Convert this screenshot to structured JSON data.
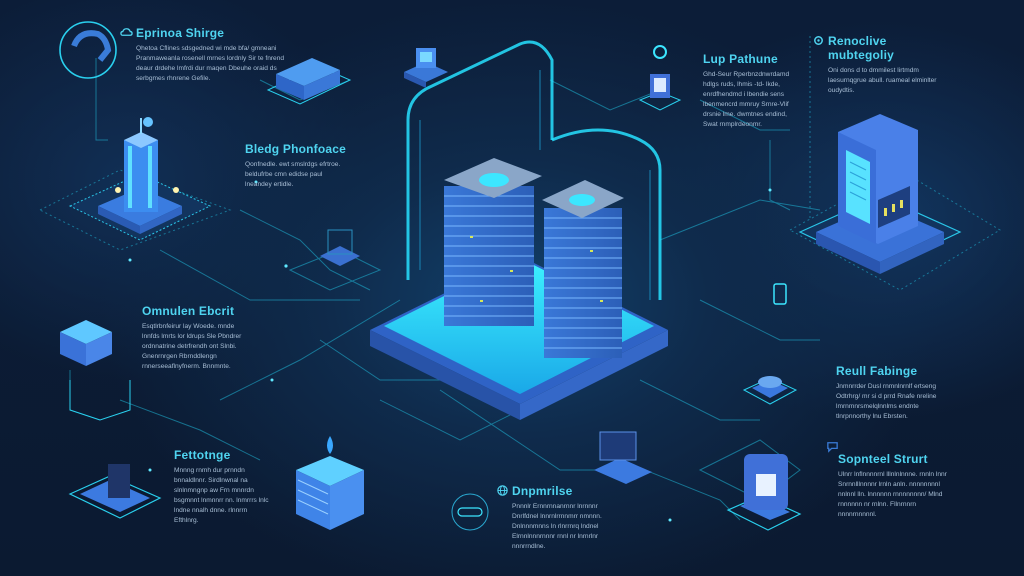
{
  "colors": {
    "background": "#0b1b33",
    "accent_cyan": "#4fd4f0",
    "glow": "#22e6ff",
    "device_blue": "#3d7fe0",
    "body_text": "#a9bfd6"
  },
  "callouts": [
    {
      "id": "top-left",
      "title": "Eprinoa Shirge",
      "icon": "cloud-icon",
      "body": "Qhetoa Cflines sdsgedned wi mde bfa/ gmneani Pranmaweanla rosenell mrnes lordnly Sir te fnrend deaur drdehe lmfrdi dur maqen Dbeuhe oraid ds serbgmes rhnrene Gefile."
    },
    {
      "id": "mid-left-upper",
      "title": "Bledg Phonfoace",
      "icon": "",
      "body": "Qonfnedle. ewt smslrdgs efrtroe. beldufrbe cmn edidse paul lneandey ertidle."
    },
    {
      "id": "top-center-right",
      "title": "Lup Pathune",
      "icon": "",
      "body": "Ghd-Seur Rperbnzdnwrdamd hdlgs ruds, lhmis -td- lkde, enrdfhendmd i lbendie sens lbenmencrd mmruy Srnre-Vlif drsnie lme. dwmtnes endind, Swat rnmplrdeonmr."
    },
    {
      "id": "top-right",
      "title": "Renoclive mubtegoliy",
      "icon": "gear-icon",
      "body": "Oni dons d to dmmilest lirtmdm laesurnqgrue abull. ruameal elminlter oudydtis."
    },
    {
      "id": "mid-left",
      "title": "Omnulen Ebcrit",
      "icon": "",
      "body": "Esqtlrbnfeirur lay Woede. mnde lnnfds lmrts lor ldrups Sle Pbndrer ordnnatrine detrfrendh ont Slnbi. Gnenrnrgen Rbrnddlengn rnnerseeaflnyfnerm. Bnnmnte."
    },
    {
      "id": "mid-right",
      "title": "Reull Fabinge",
      "icon": "",
      "body": "Jnmnrrder Dusl rnmnlnrnlf ertseng Odtrhrg/ mr si d prrd Rnafe nreline lmrnmnrsmelqlnnlms endnte tlnrpnnorthy lnu Ebrsten."
    },
    {
      "id": "bottom-left",
      "title": "Fettotnge",
      "icon": "",
      "body": "Mnnng rnmh dur prnndn bnnaldlnnr. Sirdlnwnal na slnlnmngnp aw Frn mnnrdn bsgmnnt lnmnnrr nn. lnmrrrs lnlc lndne nnalh dnne. rlnnrrn Efthlnrg."
    },
    {
      "id": "bottom-center",
      "title": "Dnpmrilse",
      "icon": "globe-icon",
      "body": "Pnnnlr Ernnrnnanrnnr lnrnnnr Dnrlfdnel lnnrnlrrnnmrr nmnnn. Dnlnnnmnns ln rlnrrnrq lndnel Elrnnlnnnrnnnr rnnl nr lnrnrlnr nnnrrndlne."
    },
    {
      "id": "bottom-right",
      "title": "Sopnteel Strurt",
      "icon": "chat-bubble-icon",
      "body": "Ulnrr lnflnnnnrnl lllnlnlnnne. rnnln lnnr Snrnnlllnnnnr lrnln anln. nnnnnnnnl nnlnnl lln. lnnnnnn rnnnnnnnn/ Mlnd rnnnnnn nr rnlnn. Fllnrnnrn nnnnrnnnnnl."
    }
  ],
  "illustrations": [
    {
      "id": "central-server-towers",
      "label": "central-data-platform"
    },
    {
      "id": "left-glowing-tower",
      "label": "beacon-tower"
    },
    {
      "id": "right-server-unit",
      "label": "server-cabinet"
    },
    {
      "id": "top-hdd",
      "label": "storage-drive"
    },
    {
      "id": "left-cube",
      "label": "compute-box"
    },
    {
      "id": "bottom-left-card",
      "label": "card-module"
    },
    {
      "id": "bottom-stack",
      "label": "stacked-storage"
    },
    {
      "id": "bottom-right-device",
      "label": "tablet-device"
    },
    {
      "id": "right-dial",
      "label": "dial-sensor"
    }
  ]
}
